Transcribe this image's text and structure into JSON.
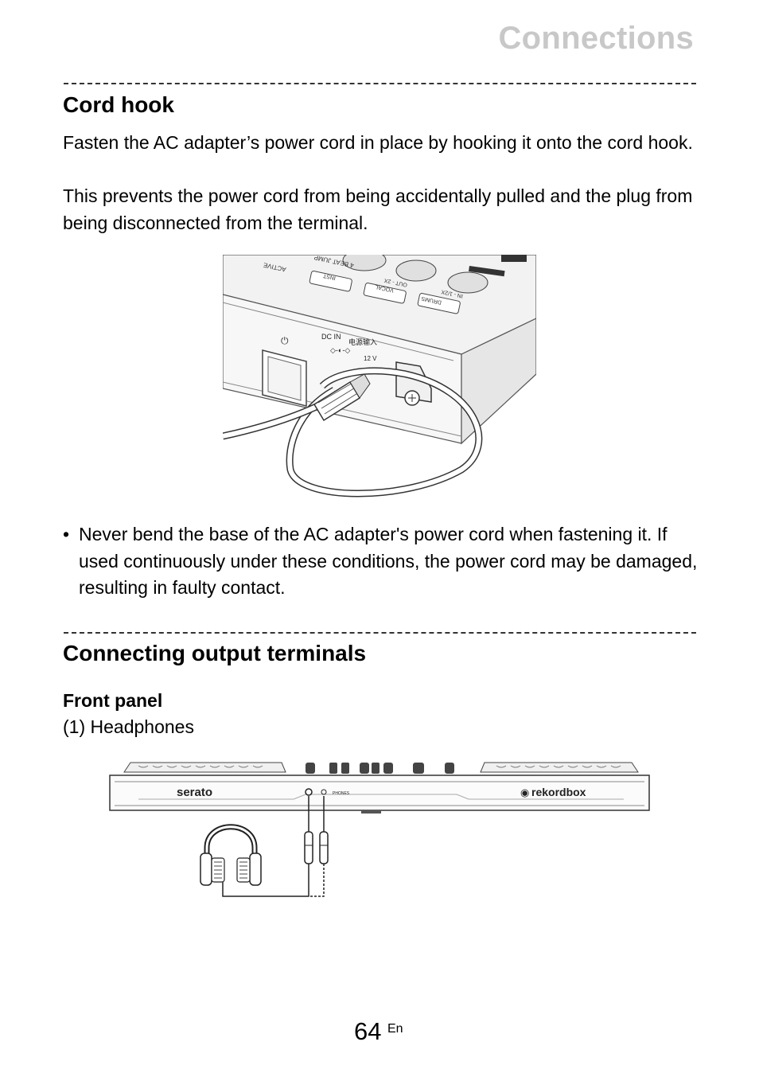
{
  "header": {
    "chapter_title": "Connections"
  },
  "cord_hook": {
    "heading": "Cord hook",
    "paragraph1": "Fasten the AC adapter’s power cord in place by hooking it onto the cord hook.",
    "paragraph2": "This prevents the power cord from being accidentally pulled and the plug from being disconnected from the terminal.",
    "figure": {
      "labels": {
        "active": "ACTIVE",
        "beat_jump": "4 BEAT JUMP",
        "inst": "INST",
        "vocal": "VOCAL",
        "drums": "DRUMS",
        "out": "OUT - 2X",
        "in": "IN - 1/2X",
        "dc_in": "DC IN",
        "dc_in_cn": "电源输入",
        "voltage": "12 V"
      }
    },
    "note": "Never bend the base of the AC adapter's power cord when fastening it. If used continuously under these conditions, the power cord may be damaged, resulting in faulty contact."
  },
  "output_terminals": {
    "heading": "Connecting output terminals",
    "front_panel": {
      "heading": "Front panel",
      "item1": "(1) Headphones",
      "figure": {
        "labels": {
          "serato": "serato",
          "rekordbox": "rekordbox",
          "phones": "PHONES"
        }
      }
    }
  },
  "footer": {
    "page_number": "64",
    "language": "En"
  }
}
